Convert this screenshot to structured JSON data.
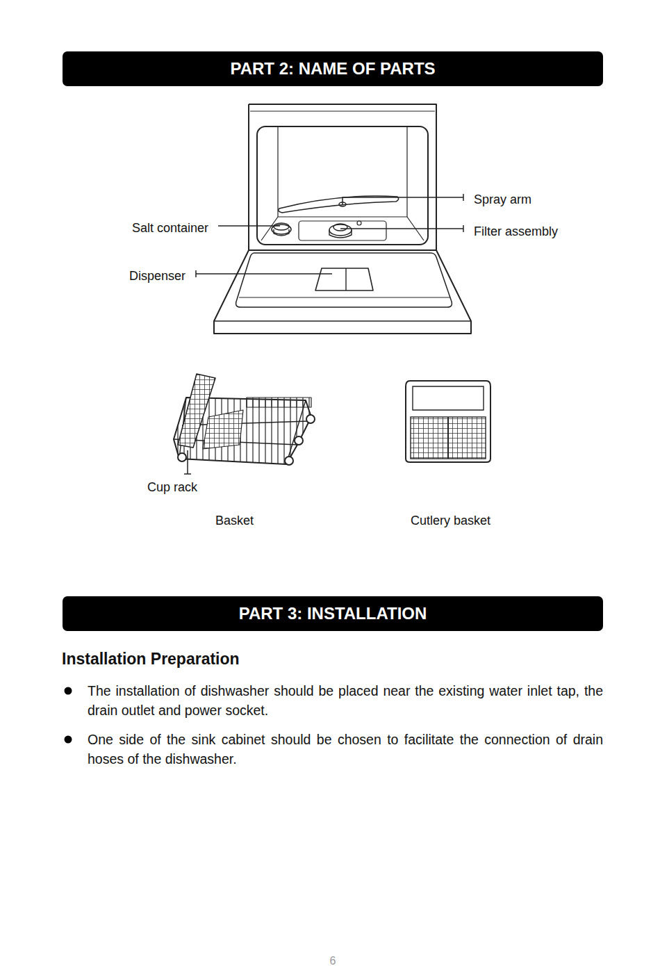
{
  "diagram": {
    "nodes": [
      {
        "text": [
          "PART 2: NAME OF PARTS"
        ]
      },
      {
        "text": [
          "PART 3: INSTALLATION"
        ]
      }
    ],
    "labels": [
      "Spray arm",
      "Salt container",
      "Filter assembly",
      "Dispenser",
      "Cup rack",
      "Basket",
      "Cutlery basket",
      "Installation Preparation",
      "The installation of dishwasher should be placed near the existing water inlet tap, the drain outlet and power socket.",
      "One side of the sink cabinet should be chosen to facilitate the connection of drain hoses of the dishwasher.",
      "6"
    ]
  }
}
